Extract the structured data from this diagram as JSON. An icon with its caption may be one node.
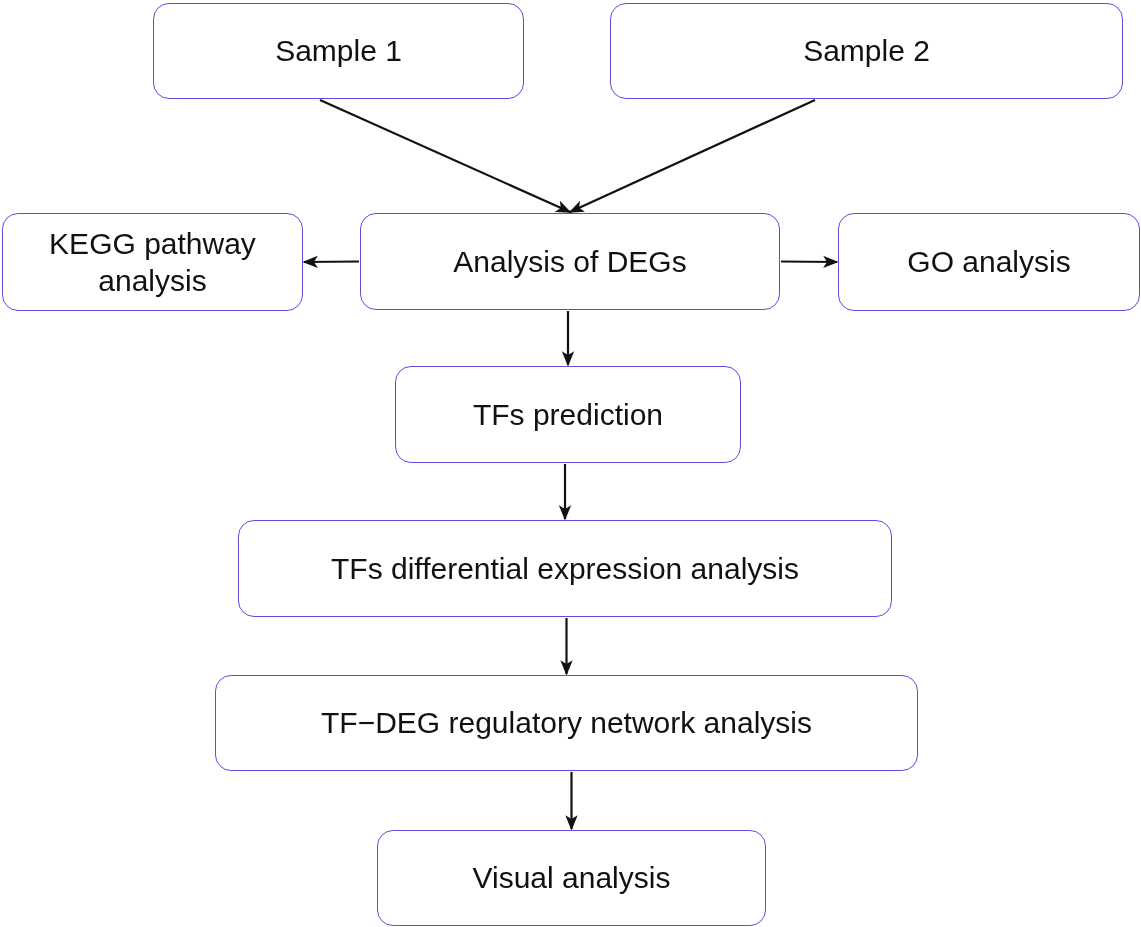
{
  "diagram": {
    "nodes": [
      {
        "text": [
          "Sample 1"
        ]
      },
      {
        "text": [
          "Sample 2"
        ]
      },
      {
        "text": [
          "Analysis of DEGs"
        ]
      },
      {
        "text": [
          "KEGG pathway analysis"
        ]
      },
      {
        "text": [
          "GO analysis"
        ]
      },
      {
        "text": [
          "TFs prediction"
        ]
      },
      {
        "text": [
          "TFs differential expression analysis"
        ]
      },
      {
        "text": [
          "TF−DEG regulatory network analysis"
        ]
      },
      {
        "text": [
          "Visual analysis"
        ]
      }
    ],
    "edges": [
      {
        "from": 0,
        "to": 2,
        "arrow": "to"
      },
      {
        "from": 1,
        "to": 2,
        "arrow": "to"
      },
      {
        "from": 2,
        "to": 3,
        "arrow": "to"
      },
      {
        "from": 2,
        "to": 4,
        "arrow": "to"
      },
      {
        "from": 2,
        "to": 5,
        "arrow": "to"
      },
      {
        "from": 5,
        "to": 6,
        "arrow": "to"
      },
      {
        "from": 6,
        "to": 7,
        "arrow": "to"
      },
      {
        "from": 7,
        "to": 8,
        "arrow": "to"
      }
    ]
  }
}
